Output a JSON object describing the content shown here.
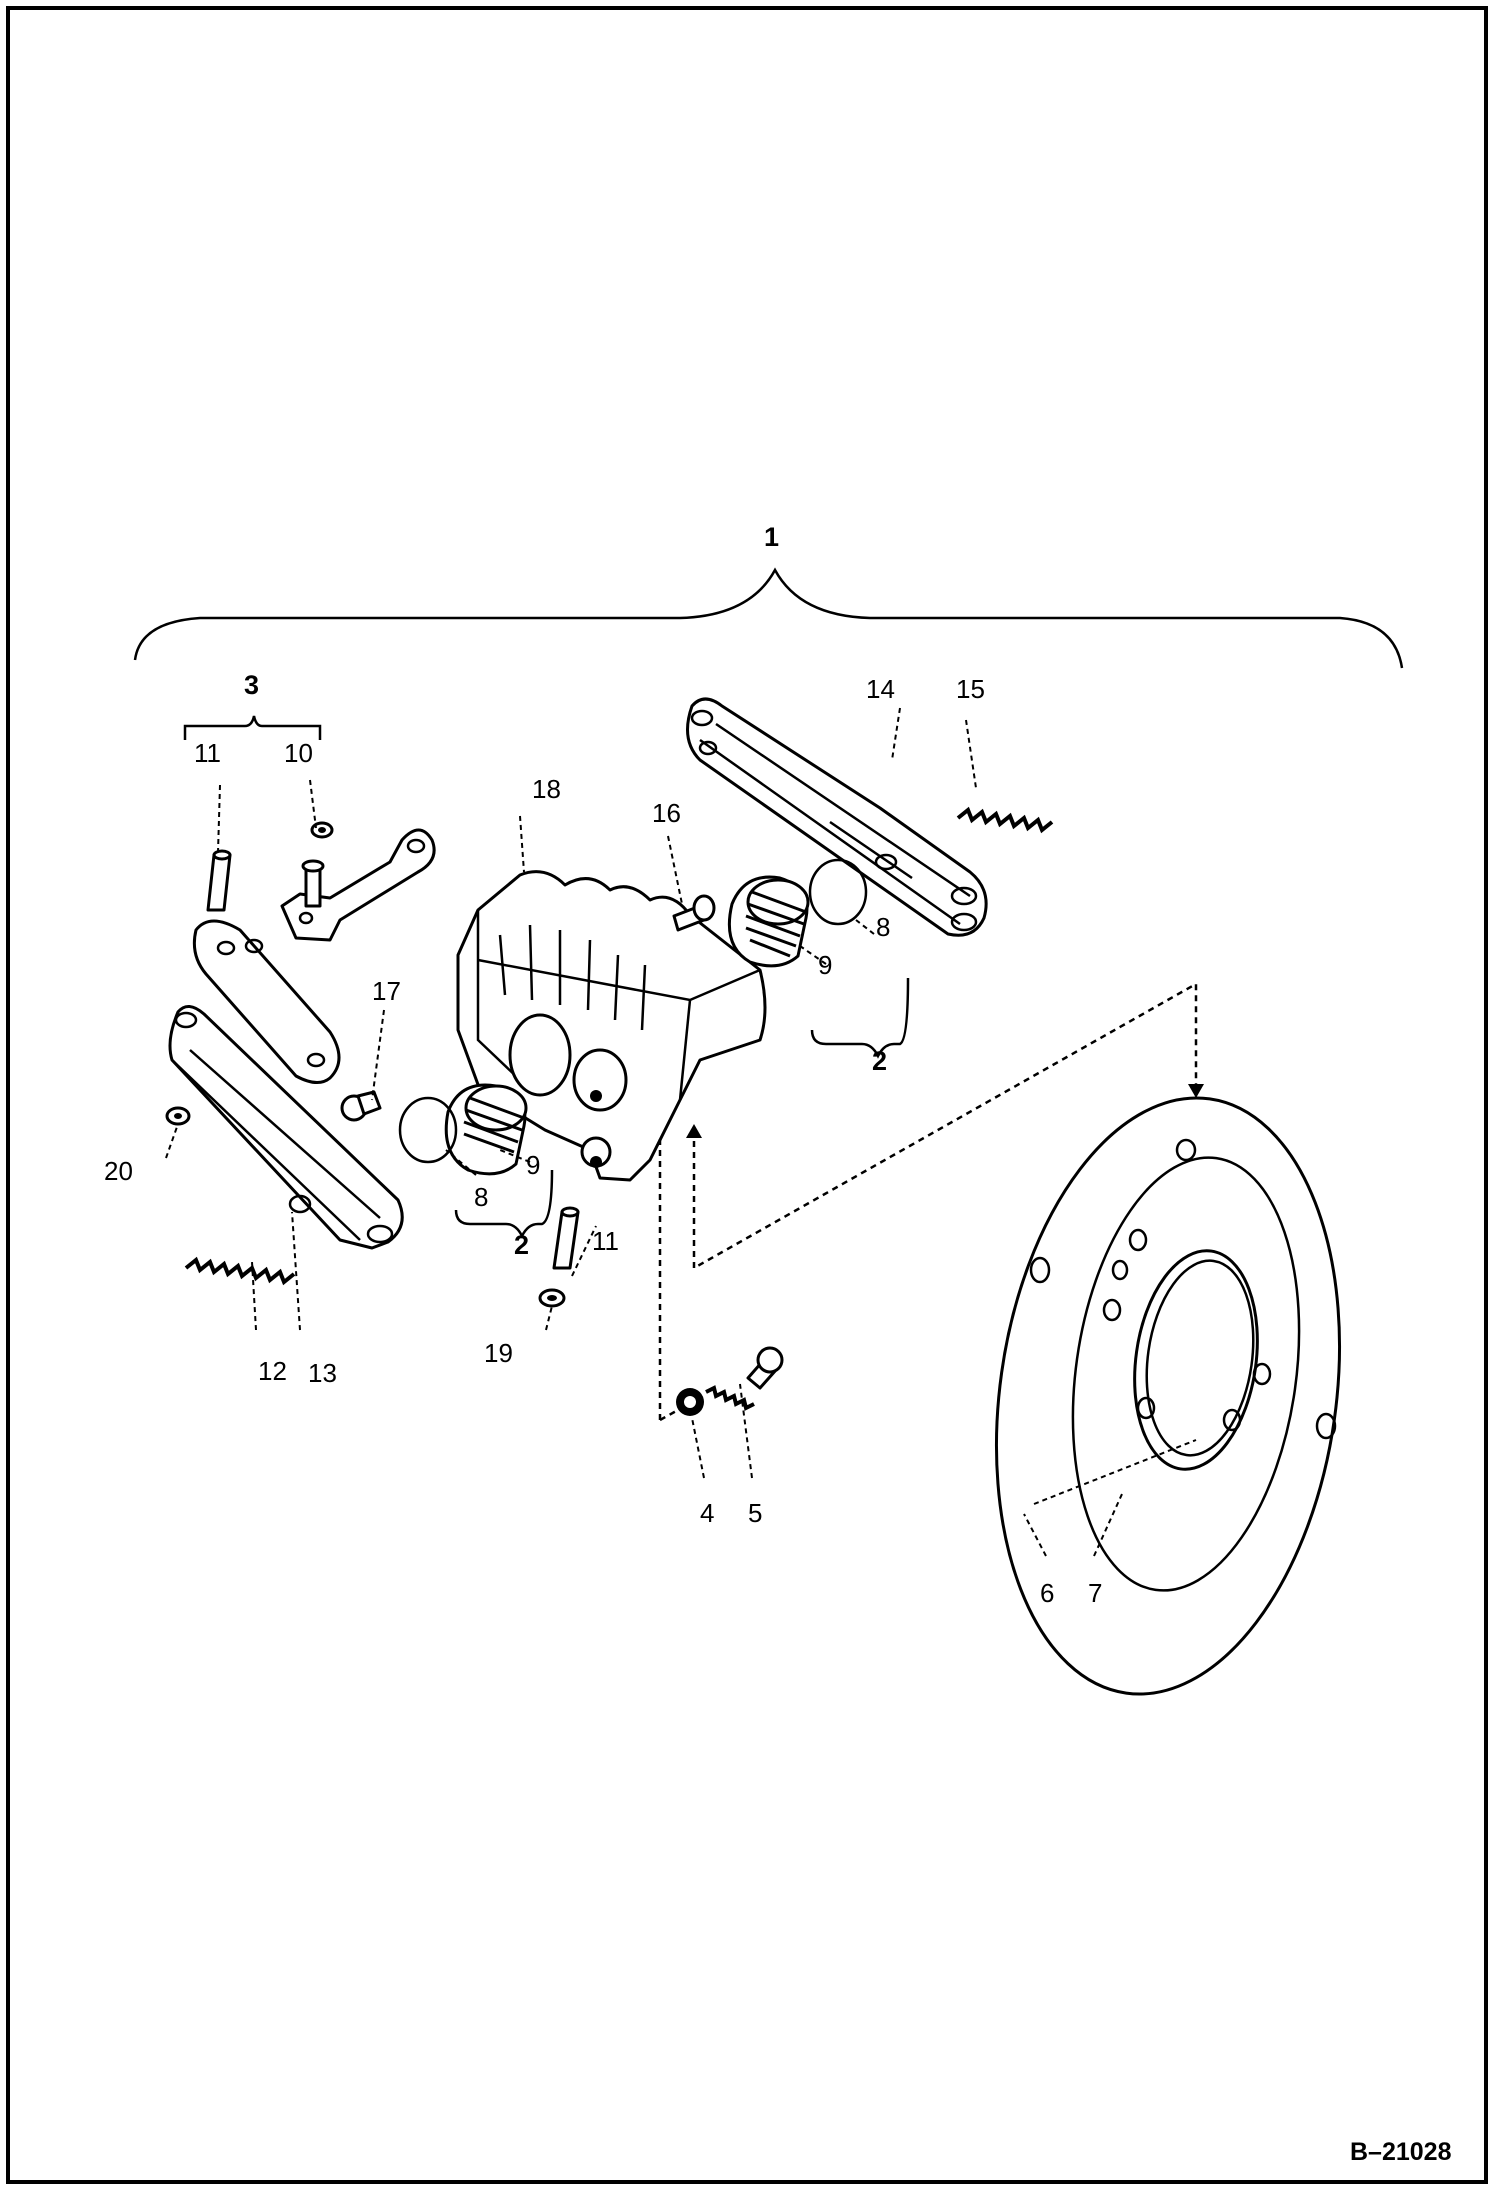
{
  "diagram": {
    "drawing_code": "B–21028",
    "labels": {
      "l1": "1",
      "l2a": "2",
      "l2b": "2",
      "l3": "3",
      "l4": "4",
      "l5": "5",
      "l6": "6",
      "l7": "7",
      "l8a": "8",
      "l8b": "8",
      "l9a": "9",
      "l9b": "9",
      "l10": "10",
      "l11a": "11",
      "l11b": "11",
      "l12": "12",
      "l13": "13",
      "l14": "14",
      "l15": "15",
      "l16": "16",
      "l17": "17",
      "l18": "18",
      "l19": "19",
      "l20": "20"
    }
  }
}
